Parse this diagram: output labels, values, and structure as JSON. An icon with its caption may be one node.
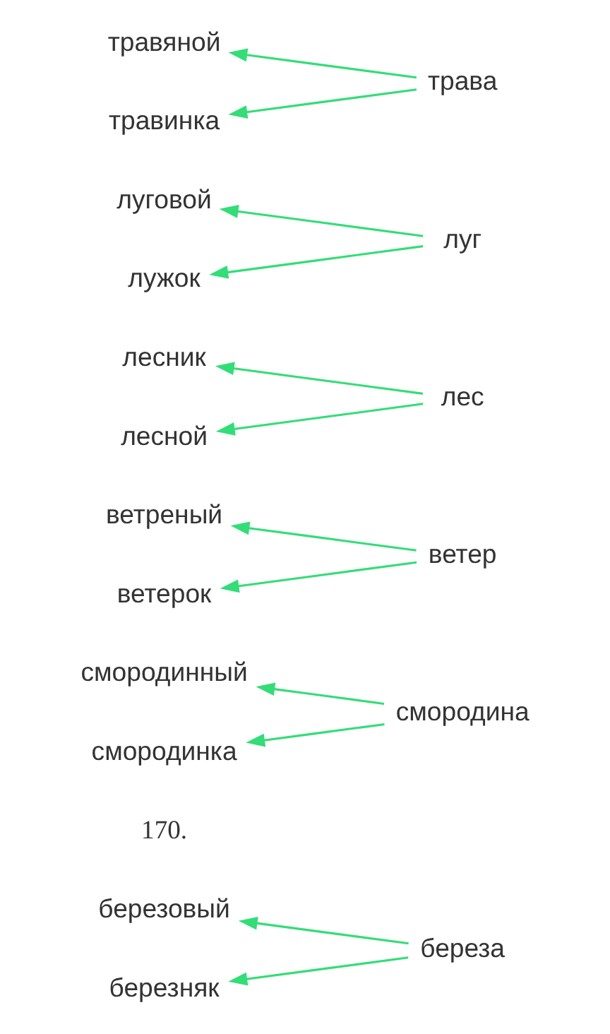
{
  "diagram": {
    "nodes": [
      {
        "text": [
          "березовый"
        ]
      },
      {
        "text": [
          "березняк"
        ]
      },
      {
        "text": [
          "береза"
        ]
      },
      {
        "text": [
          "смородинный"
        ]
      },
      {
        "text": [
          "смородинка"
        ]
      },
      {
        "text": [
          "смородина"
        ]
      },
      {
        "text": [
          "ветреный"
        ]
      },
      {
        "text": [
          "ветерок"
        ]
      },
      {
        "text": [
          "ветер"
        ]
      },
      {
        "text": [
          "лесник"
        ]
      },
      {
        "text": [
          "лесной"
        ]
      },
      {
        "text": [
          "лес"
        ]
      },
      {
        "text": [
          "луговой"
        ]
      },
      {
        "text": [
          "лужок"
        ]
      },
      {
        "text": [
          "луг"
        ]
      },
      {
        "text": [
          "травяной"
        ]
      },
      {
        "text": [
          "травинка"
        ]
      },
      {
        "text": [
          "трава"
        ]
      }
    ],
    "edges": [
      {
        "from": 2,
        "to": 0,
        "arrow": "to",
        "color": "#33dd77"
      },
      {
        "from": 2,
        "to": 1,
        "arrow": "to",
        "color": "#33dd77"
      },
      {
        "from": 5,
        "to": 3,
        "arrow": "to",
        "color": "#33dd77"
      },
      {
        "from": 5,
        "to": 4,
        "arrow": "to",
        "color": "#33dd77"
      },
      {
        "from": 8,
        "to": 6,
        "arrow": "to",
        "color": "#33dd77"
      },
      {
        "from": 8,
        "to": 7,
        "arrow": "to",
        "color": "#33dd77"
      },
      {
        "from": 11,
        "to": 9,
        "arrow": "to",
        "color": "#33dd77"
      },
      {
        "from": 11,
        "to": 10,
        "arrow": "to",
        "color": "#33dd77"
      },
      {
        "from": 14,
        "to": 12,
        "arrow": "to",
        "color": "#33dd77"
      },
      {
        "from": 14,
        "to": 13,
        "arrow": "to",
        "color": "#33dd77"
      },
      {
        "from": 17,
        "to": 15,
        "arrow": "to",
        "color": "#33dd77"
      },
      {
        "from": 17,
        "to": 16,
        "arrow": "to",
        "color": "#33dd77"
      }
    ],
    "labels": [
      "170."
    ]
  }
}
